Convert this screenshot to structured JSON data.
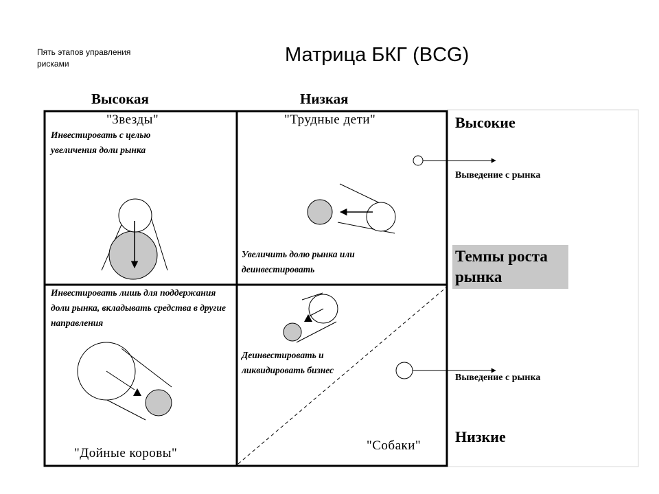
{
  "slide": {
    "section_label": "Пять этапов управления рисками",
    "title": "Матрица БКГ (BCG)"
  },
  "matrix": {
    "column_labels": {
      "high": "Высокая",
      "low": "Низкая"
    },
    "quadrants": {
      "stars": {
        "title": "\"Звезды\"",
        "text": "Инвестировать с целью увеличения доли рынка"
      },
      "question_marks": {
        "title": "\"Трудные дети\"",
        "text": "Увеличить долю рынка или деинвестировать"
      },
      "cash_cows": {
        "title": "\"Дойные коровы\"",
        "text": "Инвестировать лишь для поддержания доли рынка, вкладывать средства в другие направления"
      },
      "dogs": {
        "title": "\"Собаки\"",
        "text": "Деинвестировать и ликвидировать бизнес"
      }
    },
    "side_panel": {
      "high_label": "Высокие",
      "exit_label_top": "Выведение с рынка",
      "growth_label": "Темпы роста рынка",
      "exit_label_bottom": "Выведение с рынка",
      "low_label": "Низкие"
    },
    "colors": {
      "filled_circle": "#c8c8c8",
      "line": "#000000",
      "panel_border": "#d8d8d8"
    }
  }
}
